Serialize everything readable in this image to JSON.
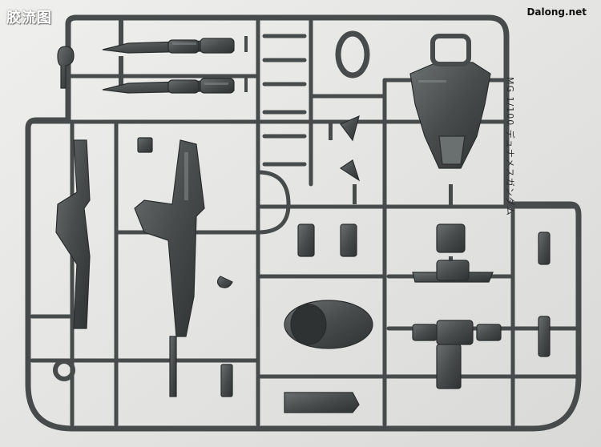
{
  "watermarks": {
    "left": "胶流图",
    "right": "Dalong.net"
  },
  "sprue": {
    "label": "MG 1/100 デュナメスガンダム"
  },
  "colors": {
    "background": "#e6e6e4",
    "plastic": "#474b4b",
    "plastic_highlight": "#6a6f6f",
    "plastic_shadow": "#2a2d2d"
  }
}
